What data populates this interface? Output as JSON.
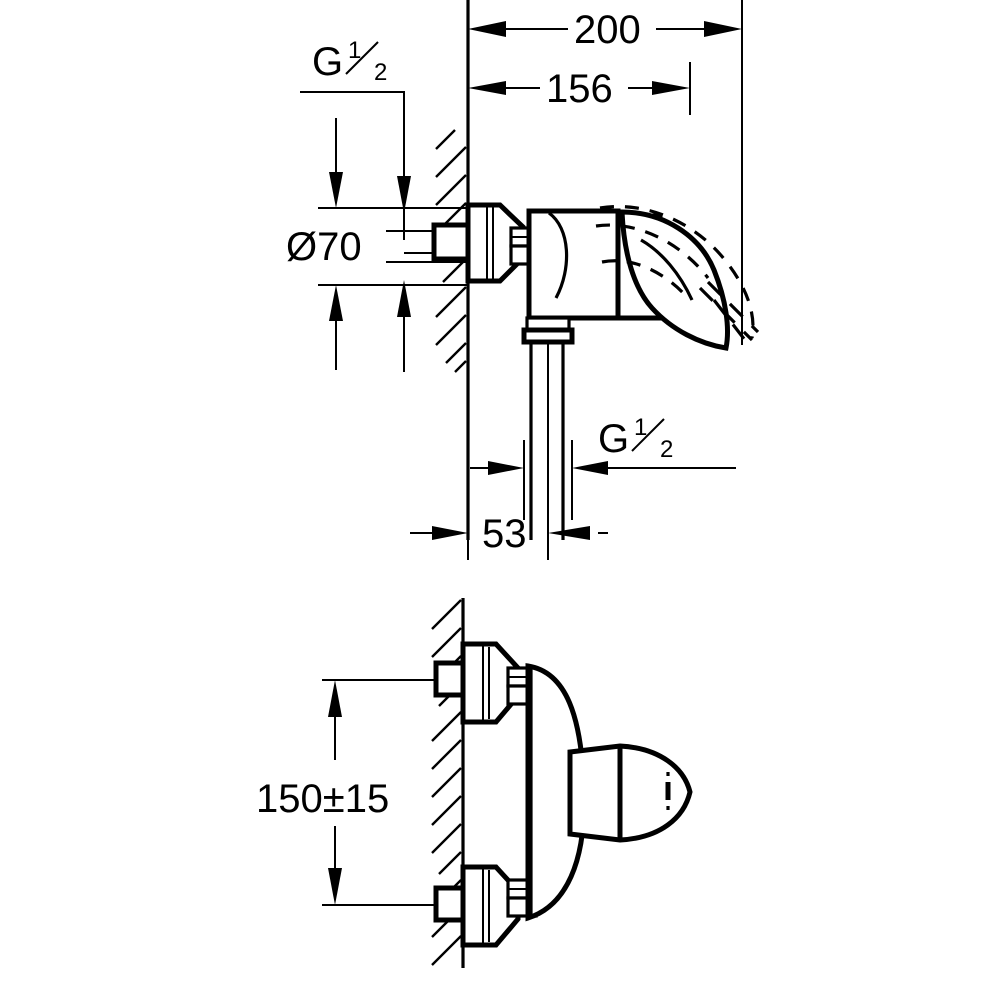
{
  "document": {
    "type": "technical-dimension-drawing",
    "subject": "wall-mounted single-lever shower mixer",
    "units": "mm",
    "background_color": "#ffffff",
    "line_color": "#000000"
  },
  "views": {
    "top": {
      "name": "side-elevation-view",
      "description": "Side elevation of shower mixer mounted on wall, lever handle shown in closed position with dashed outline showing open position"
    },
    "bottom": {
      "name": "front-section-view",
      "description": "Sectional view showing two wall inlet connections and lever pointing toward viewer"
    }
  },
  "dimensions": {
    "overall_depth": {
      "label": "200",
      "name": "dimension-200"
    },
    "body_depth": {
      "label": "156",
      "name": "dimension-156"
    },
    "flange_diameter": {
      "label": "Ø70",
      "name": "dimension-diameter-70"
    },
    "outlet_offset": {
      "label": "53",
      "name": "dimension-53"
    },
    "inlet_centers": {
      "label": "150±15",
      "name": "dimension-150-plusminus-15"
    }
  },
  "thread_labels": {
    "inlet": {
      "prefix": "G",
      "numerator": "1",
      "denominator": "2",
      "name": "thread-label-inlet-g-half"
    },
    "outlet": {
      "prefix": "G",
      "numerator": "1",
      "denominator": "2",
      "name": "thread-label-outlet-g-half"
    }
  }
}
